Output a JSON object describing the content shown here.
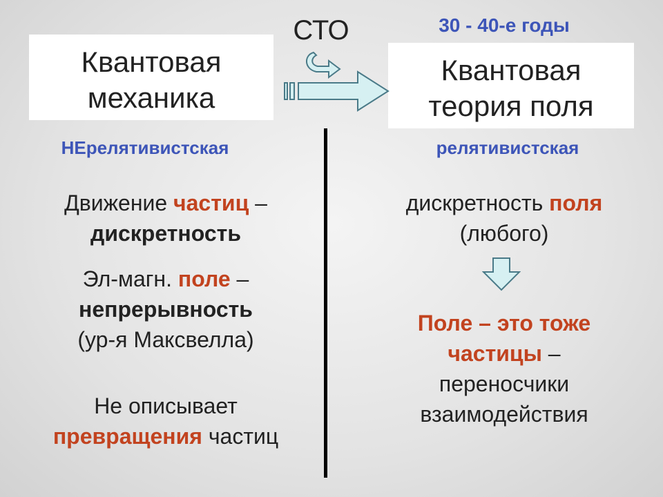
{
  "sto_label": "СТО",
  "era_label": "30 - 40-е годы",
  "left_box": {
    "line1": "Квантовая",
    "line2": "механика"
  },
  "right_box": {
    "line1": "Квантовая",
    "line2": "теория поля"
  },
  "left_subtitle": "НЕрелятивистская",
  "right_subtitle": "релятивистская",
  "left": {
    "b1_p1": "Движение ",
    "b1_red": "частиц",
    "b1_p2": " –",
    "b1_bold": "дискретность",
    "b2_p1": "Эл-магн. ",
    "b2_red": "поле",
    "b2_p2": " –",
    "b2_bold": "непрерывность",
    "b2_line3": "(ур-я Максвелла)",
    "b3_line1": "Не описывает",
    "b3_red": "превращения",
    "b3_p2": " частиц"
  },
  "right": {
    "r1_p1": "дискретность ",
    "r1_red": "поля",
    "r1_line2": "(любого)",
    "r2_red1": "Поле – это тоже",
    "r2_red2": "частицы",
    "r2_p2": " –",
    "r2_line3": "переносчики",
    "r2_line4": "взаимодействия"
  },
  "colors": {
    "blue": "#3d55b8",
    "red": "#c2431f",
    "arrow_fill": "#d6f0f2",
    "arrow_stroke": "#4a7a88"
  }
}
